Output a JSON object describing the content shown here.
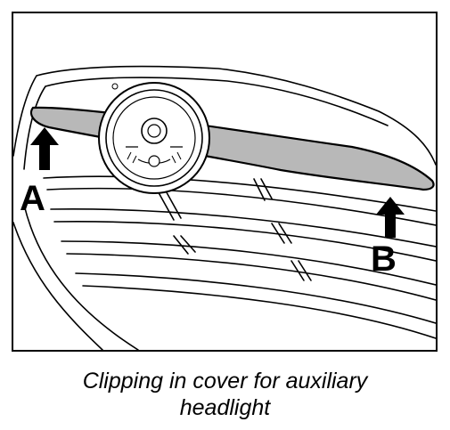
{
  "diagram": {
    "callouts": {
      "a": "A",
      "b": "B"
    },
    "caption": {
      "line1": "Clipping in cover for auxiliary",
      "line2": "headlight"
    },
    "colors": {
      "line": "#000000",
      "cover_fill": "#b8b8b8",
      "background": "#ffffff"
    }
  }
}
